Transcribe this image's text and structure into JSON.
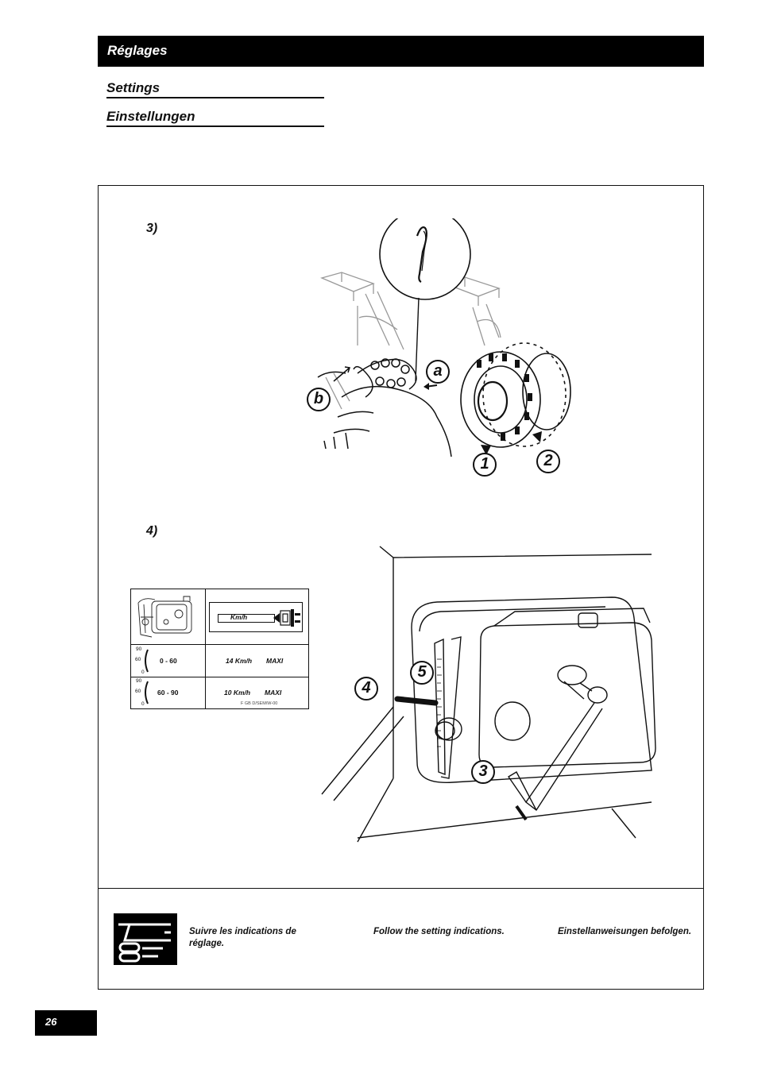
{
  "header": {
    "title": "Réglages"
  },
  "subtitles": [
    "Settings",
    "Einstellungen"
  ],
  "figure3": {
    "label": "3)",
    "callouts": {
      "a": "a",
      "b": "b",
      "one": "1",
      "two": "2"
    }
  },
  "figure4": {
    "label": "4)",
    "callouts": {
      "three": "3",
      "four": "4",
      "five": "5"
    }
  },
  "setting_table": {
    "header_right": "Km/h",
    "rows": [
      {
        "scale_top": "90",
        "scale_mid": "60",
        "scale_bottom": "0",
        "range": "0 - 60",
        "speed": "14 Km/h",
        "limit": "MAXI"
      },
      {
        "scale_top": "90",
        "scale_mid": "60",
        "scale_bottom": "0",
        "range": "60 - 90",
        "speed": "10 Km/h",
        "limit": "MAXI"
      }
    ],
    "footnote": "F GB D/SEM/W-00"
  },
  "notes": {
    "fr": "Suivre les indications de réglage.",
    "en": "Follow the setting indications.",
    "de": "Einstellanweisungen befolgen."
  },
  "page_number": "26"
}
